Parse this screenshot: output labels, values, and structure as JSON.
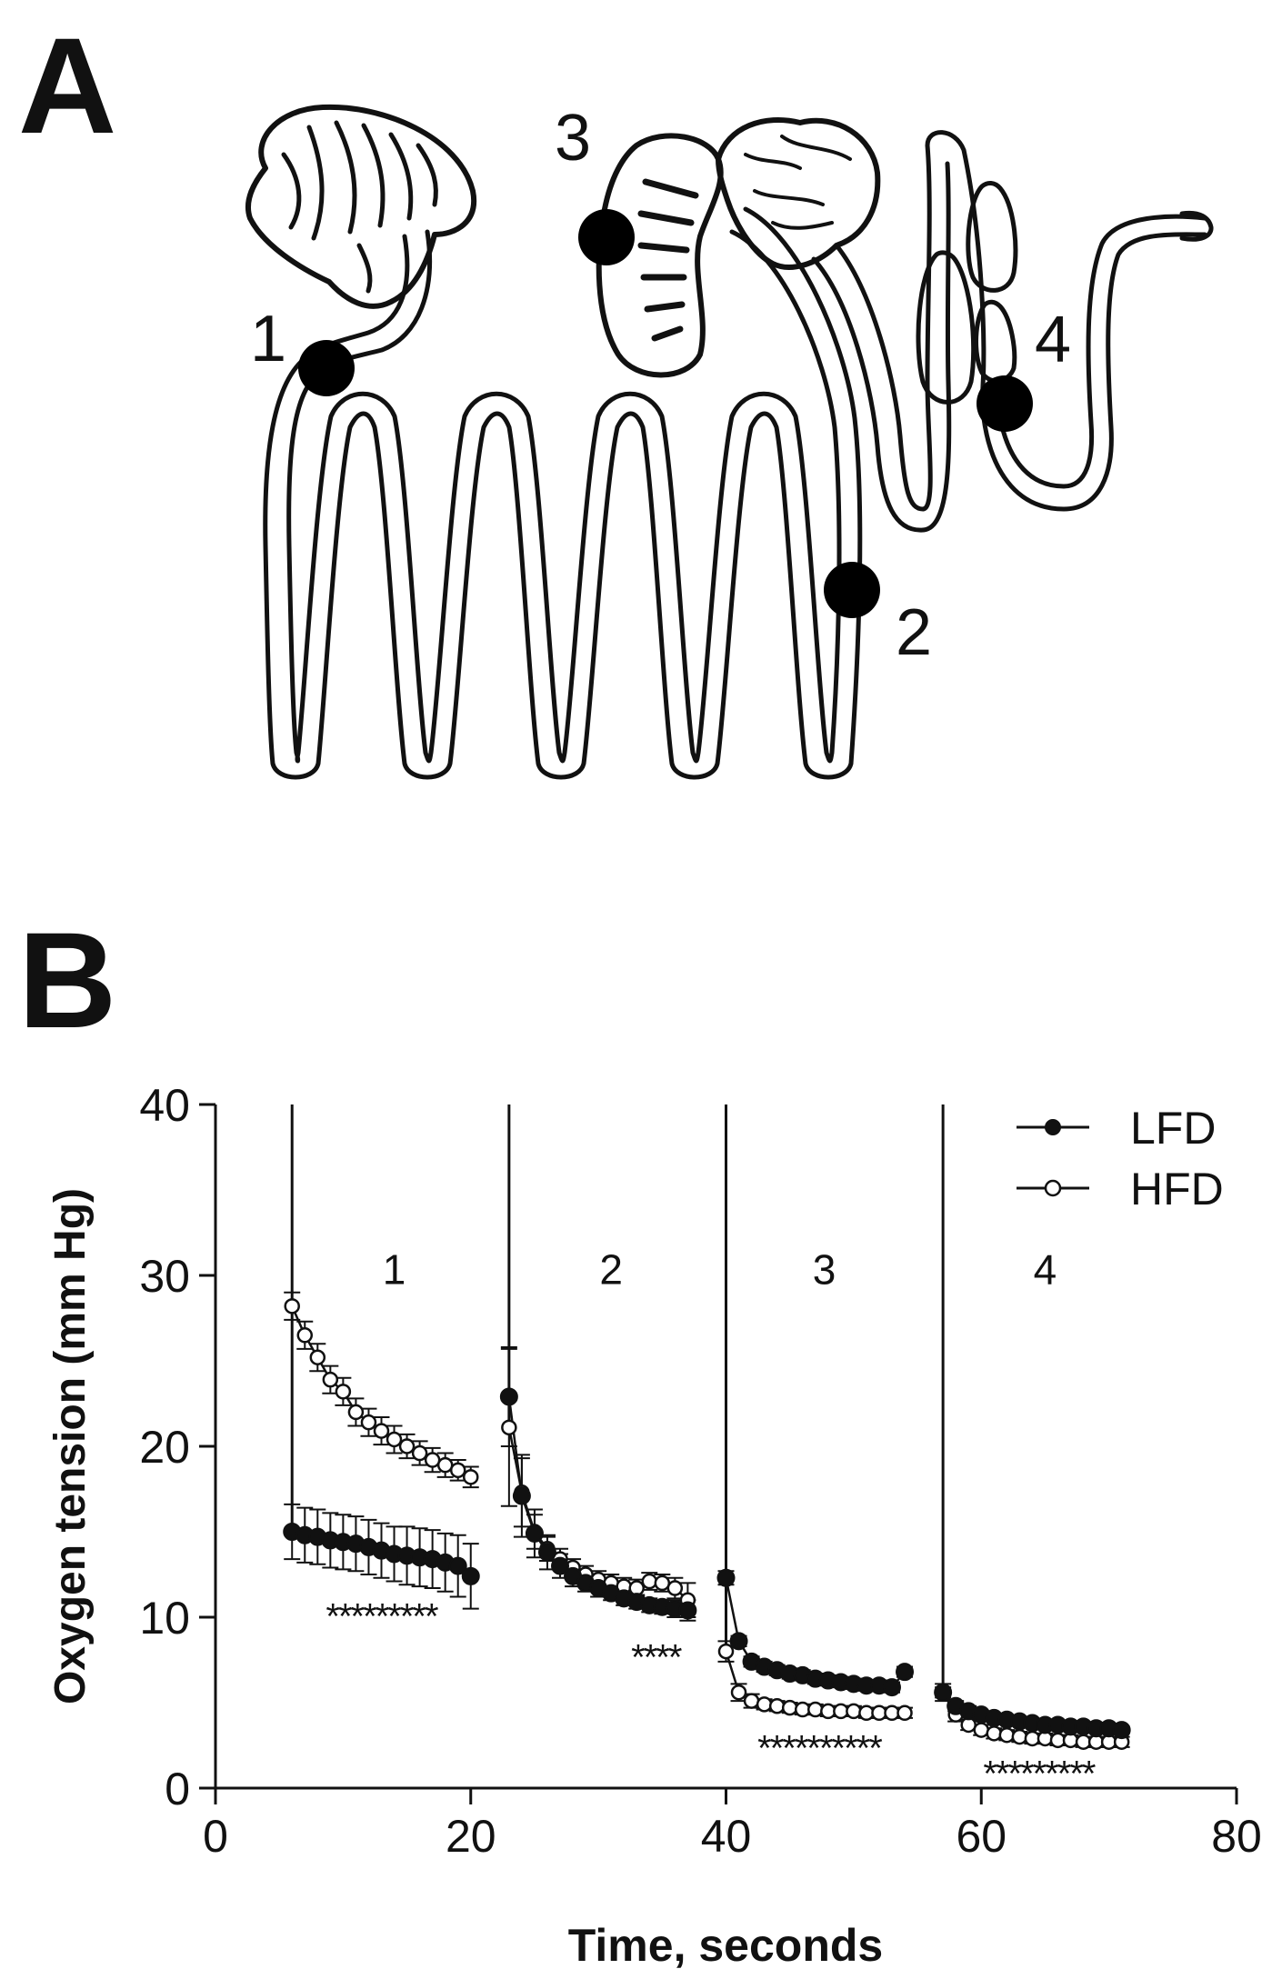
{
  "panel_a": {
    "letter": "A",
    "site_labels": [
      "1",
      "3",
      "4",
      "2"
    ]
  },
  "panel_b": {
    "letter": "B"
  },
  "chart_data": {
    "type": "line",
    "xlabel": "Time, seconds",
    "ylabel": "Oxygen tension (mm Hg)",
    "xlim": [
      0,
      80
    ],
    "ylim": [
      0,
      40
    ],
    "x_ticks": [
      0,
      20,
      40,
      60,
      80
    ],
    "y_ticks": [
      0,
      10,
      20,
      30,
      40
    ],
    "grid": false,
    "legend": {
      "position": "top-right",
      "entries": [
        "LFD",
        "HFD"
      ]
    },
    "segment_labels": [
      {
        "text": "1",
        "x": 14,
        "y": 29.5
      },
      {
        "text": "2",
        "x": 31,
        "y": 29.5
      },
      {
        "text": "3",
        "x": 47.7,
        "y": 29.5
      },
      {
        "text": "4",
        "x": 65,
        "y": 29.5
      }
    ],
    "spikes": [
      6,
      23,
      40,
      57
    ],
    "significance": [
      {
        "text": "*********",
        "x": 13,
        "y": 10.5
      },
      {
        "text": "****",
        "x": 34.5,
        "y": 8.1
      },
      {
        "text": "**********",
        "x": 47.3,
        "y": 2.8
      },
      {
        "text": "*********",
        "x": 64.5,
        "y": 1.3
      }
    ],
    "series": [
      {
        "name": "LFD",
        "marker": "filled-circle",
        "segments": [
          {
            "x": [
              6,
              7,
              8,
              9,
              10,
              11,
              12,
              13,
              14,
              15,
              16,
              17,
              18,
              19,
              20
            ],
            "y": [
              15.0,
              14.8,
              14.7,
              14.5,
              14.4,
              14.3,
              14.1,
              13.9,
              13.7,
              13.6,
              13.5,
              13.4,
              13.2,
              13.0,
              12.4
            ],
            "err": [
              1.6,
              1.6,
              1.6,
              1.6,
              1.6,
              1.6,
              1.6,
              1.6,
              1.6,
              1.7,
              1.7,
              1.7,
              1.7,
              1.8,
              1.9
            ]
          },
          {
            "x": [
              23,
              24,
              25,
              26,
              27,
              28,
              29,
              30,
              31,
              32,
              33,
              34,
              35,
              36,
              37
            ],
            "y": [
              22.9,
              17.1,
              14.9,
              13.8,
              13.0,
              12.4,
              12.0,
              11.7,
              11.4,
              11.1,
              10.9,
              10.7,
              10.6,
              10.5,
              10.4
            ],
            "err": [
              2.9,
              2.4,
              1.4,
              1.0,
              0.7,
              0.6,
              0.5,
              0.5,
              0.4,
              0.4,
              0.4,
              0.4,
              0.4,
              0.5,
              0.6
            ]
          },
          {
            "x": [
              40,
              41,
              42,
              43,
              44,
              45,
              46,
              47,
              48,
              49,
              50,
              51,
              52,
              53,
              54
            ],
            "y": [
              12.3,
              8.6,
              7.4,
              7.1,
              6.9,
              6.7,
              6.6,
              6.4,
              6.3,
              6.2,
              6.1,
              6.0,
              6.0,
              5.9,
              6.8
            ],
            "err": [
              0.4,
              0.3,
              0.3,
              0.3,
              0.3,
              0.3,
              0.3,
              0.3,
              0.3,
              0.3,
              0.3,
              0.3,
              0.3,
              0.3,
              0.3
            ]
          },
          {
            "x": [
              57,
              58,
              59,
              60,
              61,
              62,
              63,
              64,
              65,
              66,
              67,
              68,
              69,
              70,
              71
            ],
            "y": [
              5.6,
              4.8,
              4.5,
              4.3,
              4.1,
              4.0,
              3.9,
              3.8,
              3.7,
              3.7,
              3.6,
              3.6,
              3.5,
              3.5,
              3.4
            ],
            "err": [
              0.3,
              0.3,
              0.3,
              0.2,
              0.2,
              0.2,
              0.2,
              0.2,
              0.2,
              0.2,
              0.2,
              0.2,
              0.2,
              0.2,
              0.2
            ]
          }
        ]
      },
      {
        "name": "HFD",
        "marker": "open-circle",
        "segments": [
          {
            "x": [
              6,
              7,
              8,
              9,
              10,
              11,
              12,
              13,
              14,
              15,
              16,
              17,
              18,
              19,
              20
            ],
            "y": [
              28.2,
              26.5,
              25.2,
              23.9,
              23.2,
              22.0,
              21.4,
              20.9,
              20.4,
              20.0,
              19.6,
              19.2,
              18.9,
              18.6,
              18.2
            ],
            "err": [
              0.8,
              0.8,
              0.8,
              0.8,
              0.8,
              0.8,
              0.8,
              0.8,
              0.8,
              0.7,
              0.7,
              0.7,
              0.7,
              0.6,
              0.6
            ]
          },
          {
            "x": [
              23,
              24,
              25,
              26,
              27,
              28,
              29,
              30,
              31,
              32,
              33,
              34,
              35,
              36,
              37
            ],
            "y": [
              21.1,
              17.3,
              15.0,
              14.0,
              13.4,
              12.9,
              12.5,
              12.2,
              12.0,
              11.8,
              11.7,
              12.1,
              12.0,
              11.7,
              11.0
            ],
            "err": [
              4.6,
              2.0,
              1.0,
              0.7,
              0.6,
              0.5,
              0.5,
              0.5,
              0.5,
              0.5,
              0.5,
              0.5,
              0.5,
              0.6,
              1.0
            ]
          },
          {
            "x": [
              40,
              41,
              42,
              43,
              44,
              45,
              46,
              47,
              48,
              49,
              50,
              51,
              52,
              53,
              54
            ],
            "y": [
              8.0,
              5.6,
              5.1,
              4.9,
              4.8,
              4.7,
              4.6,
              4.6,
              4.5,
              4.5,
              4.5,
              4.4,
              4.4,
              4.4,
              4.4
            ],
            "err": [
              0.6,
              0.5,
              0.4,
              0.3,
              0.3,
              0.3,
              0.3,
              0.3,
              0.3,
              0.3,
              0.3,
              0.3,
              0.3,
              0.3,
              0.3
            ]
          },
          {
            "x": [
              57,
              58,
              59,
              60,
              61,
              62,
              63,
              64,
              65,
              66,
              67,
              68,
              69,
              70,
              71
            ],
            "y": [
              5.6,
              4.3,
              3.7,
              3.4,
              3.2,
              3.1,
              3.0,
              2.9,
              2.9,
              2.8,
              2.8,
              2.7,
              2.7,
              2.7,
              2.7
            ],
            "err": [
              0.5,
              0.4,
              0.3,
              0.3,
              0.3,
              0.3,
              0.3,
              0.3,
              0.3,
              0.3,
              0.3,
              0.3,
              0.3,
              0.3,
              0.3
            ]
          }
        ]
      }
    ]
  }
}
